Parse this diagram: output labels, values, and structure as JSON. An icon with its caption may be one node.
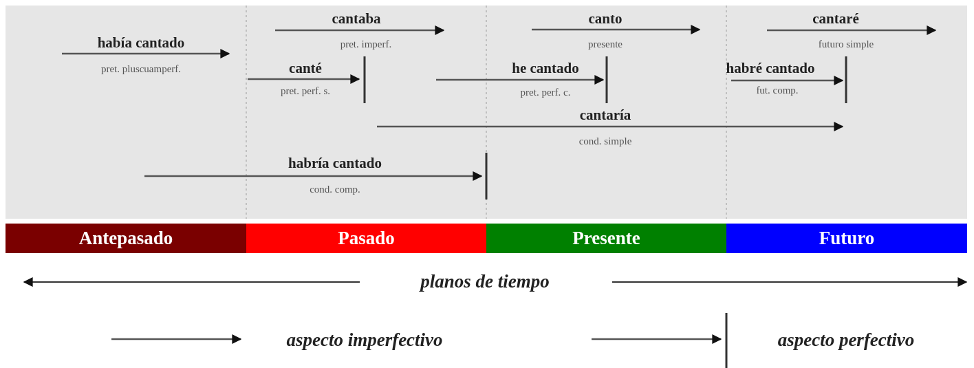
{
  "diagram": {
    "nodes": [
      {
        "text": [
          "Antepasado"
        ]
      },
      {
        "text": [
          "Pasado"
        ]
      },
      {
        "text": [
          "Presente"
        ]
      },
      {
        "text": [
          "Futuro"
        ]
      }
    ],
    "edges": [],
    "labels": [
      "cantaba",
      "pret. imperf.",
      "canto",
      "presente",
      "cantaré",
      "futuro simple",
      "había cantado",
      "pret. pluscuamperf.",
      "canté",
      "pret. perf. s.",
      "he cantado",
      "pret. perf. c.",
      "habré cantado",
      "fut. comp.",
      "cantaría",
      "cond. simple",
      "habría cantado",
      "cond. comp.",
      "planos de tiempo",
      "aspecto imperfectivo",
      "aspecto perfectivo"
    ]
  }
}
